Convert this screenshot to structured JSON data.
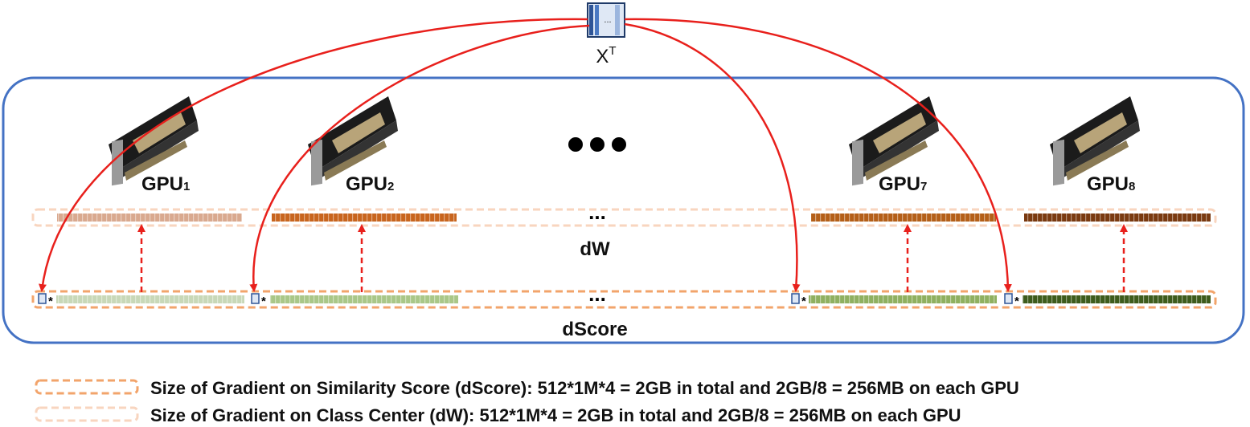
{
  "xt": {
    "base": "X",
    "sup": "T",
    "glyph": "..."
  },
  "gpus": [
    {
      "name": "GPU",
      "sub": "1"
    },
    {
      "name": "GPU",
      "sub": "2"
    },
    {
      "name": "GPU",
      "sub": "7"
    },
    {
      "name": "GPU",
      "sub": "8"
    }
  ],
  "ellipsis": "...",
  "star": "*",
  "dw_label": "dW",
  "dscore_label": "dScore",
  "legend": {
    "dscore": "Size of Gradient on Similarity Score (dScore): 512*1M*4 = 2GB in total and 2GB/8 = 256MB on each GPU",
    "dw": "Size of Gradient on Class Center (dW): 512*1M*4 = 2GB in total and 2GB/8 = 256MB  on each GPU"
  },
  "colors": {
    "frame": "#4472c4",
    "arrow": "#e8201c",
    "dscore_border": "#f2a46b",
    "dw_border": "#f8d5bf",
    "dw_bars": [
      "#d9a98f",
      "#c8651e",
      "#b45f18",
      "#7a3a10"
    ],
    "dscore_bars": [
      "#c8d8b8",
      "#a9c788",
      "#8fb060",
      "#3e5c1c"
    ]
  }
}
